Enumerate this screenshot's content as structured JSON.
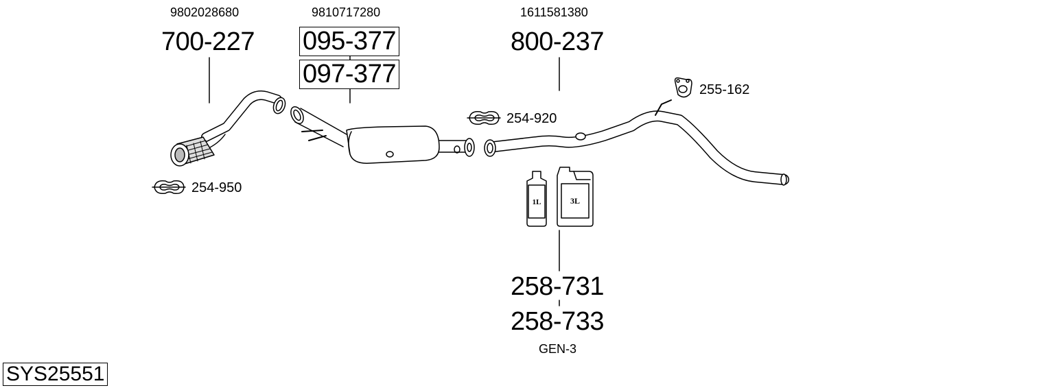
{
  "oe_numbers": {
    "front_pipe": "9802028680",
    "filter": "9810717280",
    "rear_pipe": "1611581380"
  },
  "parts": {
    "front_pipe": "700-227",
    "filter_a": "095-377",
    "filter_b": "097-377",
    "rear_pipe": "800-237",
    "clamp_front": "254-950",
    "clamp_mid": "254-920",
    "rubber_mount": "255-162",
    "fluid_a": "258-731",
    "fluid_b": "258-733"
  },
  "fluid": {
    "generation": "GEN-3",
    "can_small_label": "1L",
    "can_large_label": "3L"
  },
  "system_code": "SYS25551"
}
